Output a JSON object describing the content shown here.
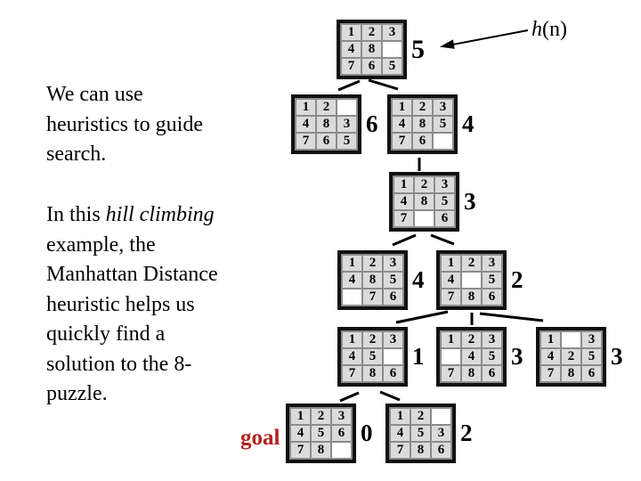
{
  "slide": {
    "paragraph1_lines": [
      "We can use",
      "heuristics to guide",
      "search."
    ],
    "paragraph2": {
      "line1_regular": "In this ",
      "line1_italic": "hill climbing",
      "lines_rest": [
        "example, the",
        "Manhattan Distance",
        "heuristic helps us",
        "quickly find a",
        "solution to the 8-",
        "puzzle."
      ]
    },
    "heuristic_label": {
      "italic": "h",
      "rest": "(n)"
    },
    "goal_label": "goal",
    "colors": {
      "goal_red": "#b22222",
      "tile_gray": "#dbdbdb",
      "grid_gray": "#8c8c8c",
      "border_black": "#111111",
      "blank_white": "#ffffff"
    }
  },
  "puzzles": [
    {
      "id": "start",
      "h": "5",
      "cells": [
        "1",
        "2",
        "3",
        "4",
        "8",
        "",
        "7",
        "6",
        "5"
      ]
    },
    {
      "id": "level2-left",
      "h": "6",
      "cells": [
        "1",
        "2",
        "",
        "4",
        "8",
        "3",
        "7",
        "6",
        "5"
      ]
    },
    {
      "id": "level2-right",
      "h": "4",
      "cells": [
        "1",
        "2",
        "3",
        "4",
        "8",
        "5",
        "7",
        "6",
        ""
      ]
    },
    {
      "id": "level3",
      "h": "3",
      "cells": [
        "1",
        "2",
        "3",
        "4",
        "8",
        "5",
        "7",
        "",
        "6"
      ]
    },
    {
      "id": "level4-left",
      "h": "4",
      "cells": [
        "1",
        "2",
        "3",
        "4",
        "8",
        "5",
        "",
        "7",
        "6"
      ]
    },
    {
      "id": "level4-right",
      "h": "2",
      "cells": [
        "1",
        "2",
        "3",
        "4",
        "",
        "5",
        "7",
        "8",
        "6"
      ]
    },
    {
      "id": "level5-left",
      "h": "1",
      "cells": [
        "1",
        "2",
        "3",
        "4",
        "5",
        "",
        "7",
        "8",
        "6"
      ]
    },
    {
      "id": "level5-middle",
      "h": "3",
      "cells": [
        "1",
        "2",
        "3",
        "",
        "4",
        "5",
        "7",
        "8",
        "6"
      ]
    },
    {
      "id": "level5-right",
      "h": "3",
      "cells": [
        "1",
        "",
        "3",
        "4",
        "2",
        "5",
        "7",
        "8",
        "6"
      ]
    },
    {
      "id": "goal",
      "h": "0",
      "cells": [
        "1",
        "2",
        "3",
        "4",
        "5",
        "6",
        "7",
        "8",
        ""
      ]
    },
    {
      "id": "level6-right",
      "h": "2",
      "cells": [
        "1",
        "2",
        "",
        "4",
        "5",
        "3",
        "7",
        "8",
        "6"
      ]
    }
  ]
}
